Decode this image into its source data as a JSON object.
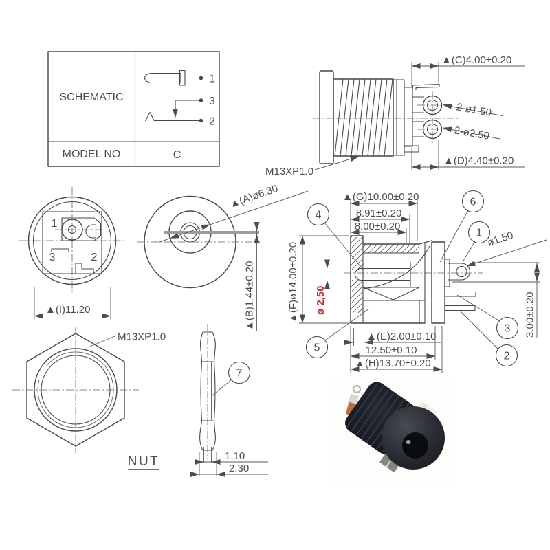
{
  "schematic_table": {
    "title": "SCHEMATIC",
    "model_label": "MODEL NO",
    "model_value": "C",
    "pin1": "1",
    "pin3": "3",
    "pin2": "2"
  },
  "side_view": {
    "thread_label": "M13XP1.0",
    "dim_c": "▲(C)4.00±0.20",
    "dim_d": "▲(D)4.40±0.20",
    "dim_holes_small": "2-ø1.50",
    "dim_holes_large": "2-ø2.50"
  },
  "rear_view": {
    "pin1": "1",
    "pin3": "3",
    "pin2": "2",
    "dim_i": "▲(I)11.20"
  },
  "front_view": {
    "dim_a": "▲(A)ø6.30",
    "dim_b": "▲(B)1.44±0.20"
  },
  "section_view": {
    "dim_g": "▲(G)10.00±0.20",
    "dim_891": "8.91±0.20",
    "dim_800": "8.00±0.20",
    "dim_f": "▲(F)ø14.00±0.20",
    "dim_red": "ø 2,50",
    "dim_pin": "ø1.50",
    "dim_3": "3.00±0.20",
    "dim_e": "▲(E)2.00±0.10",
    "dim_1250": "12.50±0.10",
    "dim_h": "▲(H)13.70±0.20",
    "balloon_1": "1",
    "balloon_2": "2",
    "balloon_3": "3",
    "balloon_4": "4",
    "balloon_5": "5",
    "balloon_6": "6"
  },
  "nut_view": {
    "thread_label": "M13XP1.0",
    "caption": "NUT"
  },
  "nut_side_view": {
    "balloon_7": "7",
    "dim_110": "1.10",
    "dim_230": "2.30"
  },
  "colors": {
    "line": "#474747",
    "red": "#c2262c",
    "gray_bar": "#9c9c9c"
  }
}
